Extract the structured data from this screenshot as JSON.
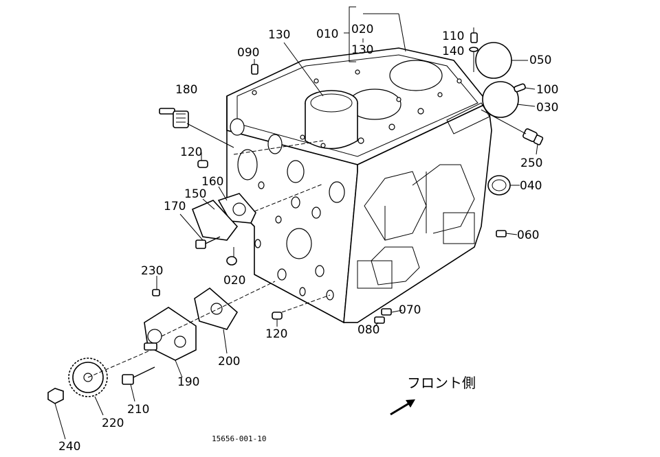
{
  "diagram": {
    "labels": {
      "p010": "010",
      "p020a": "020",
      "p130a": "130",
      "p130b": "130",
      "p090": "090",
      "p110": "110",
      "p140": "140",
      "p050": "050",
      "p100": "100",
      "p030": "030",
      "p180": "180",
      "p120a": "120",
      "p250": "250",
      "p160": "160",
      "p150": "150",
      "p040": "040",
      "p170": "170",
      "p060": "060",
      "p020b": "020",
      "p230": "230",
      "p070": "070",
      "p080": "080",
      "p120b": "120",
      "p200": "200",
      "p190": "190",
      "p210": "210",
      "p220": "220",
      "p240": "240"
    },
    "front_side": "フロント側",
    "code": "15656-001-10"
  }
}
